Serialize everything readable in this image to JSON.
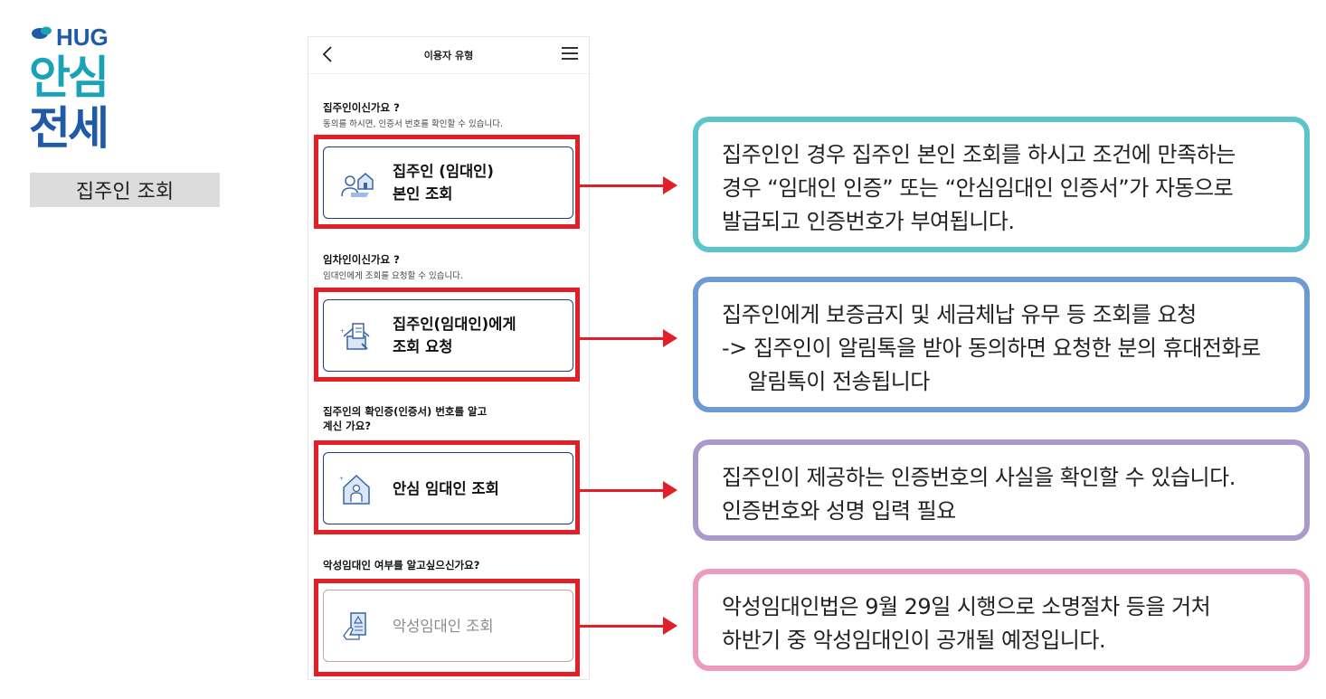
{
  "brand": {
    "hug": "HUG",
    "line1": "안심",
    "line2": "전세",
    "tag": "집주인 조회",
    "color_teal": "#1aa3b6",
    "color_blue": "#1e5aa8"
  },
  "phone": {
    "title": "이용자 유형",
    "back_icon": "chevron-left-icon",
    "menu_icon": "hamburger-menu-icon",
    "sections": [
      {
        "question": "집주인이신가요 ?",
        "desc": "동의를 하시면, 인증서 번호를 확인할 수 있습니다.",
        "button": "집주인 (임대인)\n본인 조회",
        "icon": "person-house-icon"
      },
      {
        "question": "임차인이신가요 ?",
        "desc": "임대인에게 조회를 요청할 수 있습니다.",
        "button": "집주인(임대인)에게\n조회 요청",
        "icon": "house-document-icon"
      },
      {
        "question": "집주인의 확인증(인증서) 번호를 알고\n계신 가요?",
        "desc": "",
        "button": "안심 임대인 조회",
        "icon": "house-person-icon"
      },
      {
        "question": "악성임대인 여부를 알고싶으신가요?",
        "desc": "",
        "button": "악성임대인 조회",
        "icon": "hand-document-warning-icon"
      }
    ]
  },
  "explanations": [
    {
      "color": "#5cc4cc",
      "lines": [
        "집주인인 경우 집주인 본인 조회를 하시고 조건에 만족하는",
        "경우 “임대인 인증” 또는 “안심임대인 인증서”가 자동으로",
        "발급되고 인증번호가 부여됩니다."
      ]
    },
    {
      "color": "#6d99d4",
      "lines": [
        "집주인에게 보증금지 및 세금체납 유무 등 조회를 요청",
        "-> 집주인이 알림톡을 받아 동의하면 요청한 분의 휴대전화로",
        "    알림톡이 전송됩니다"
      ]
    },
    {
      "color": "#ab9ac9",
      "lines": [
        "집주인이 제공하는 인증번호의 사실을 확인할 수 있습니다.",
        "인증번호와 성명 입력 필요"
      ]
    },
    {
      "color": "#ec9ac0",
      "lines": [
        "악성임대인법은 9월 29일 시행으로 소명절차 등을 거처",
        "하반기 중 악성임대인이 공개될 예정입니다."
      ]
    }
  ],
  "highlight_color": "#e21f26"
}
